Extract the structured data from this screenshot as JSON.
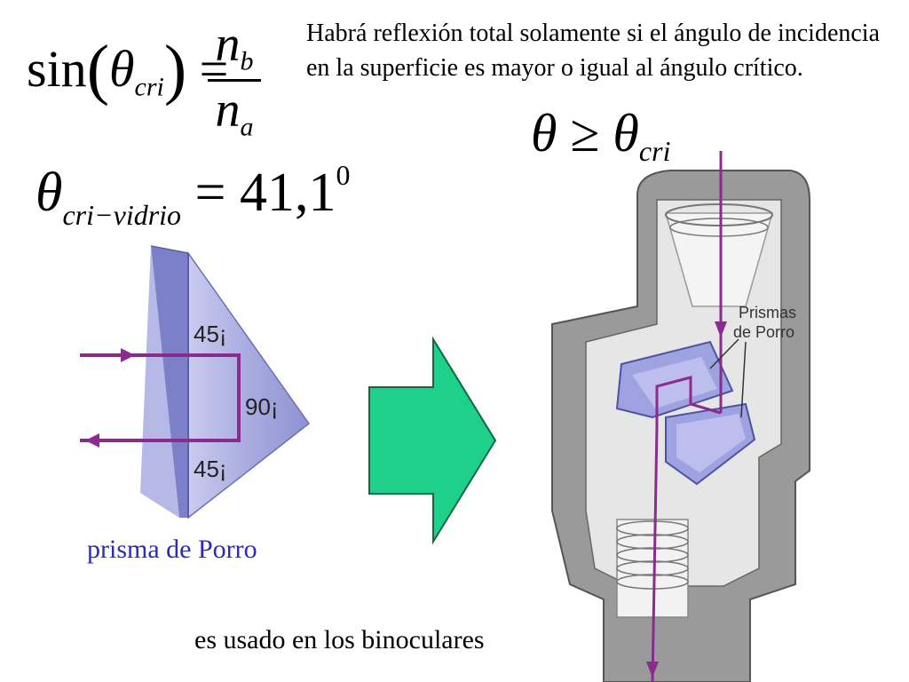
{
  "formula_critical": {
    "func": "sin",
    "theta": "θ",
    "sub": "cri",
    "equals": "=",
    "num_base": "n",
    "num_sub": "b",
    "den_base": "n",
    "den_sub": "a"
  },
  "explanation": "Habrá reflexión total solamente si el ángulo de incidencia en la superficie es mayor o igual al ángulo crítico.",
  "formula_condition": {
    "theta": "θ",
    "geq": "≥",
    "sub": "cri"
  },
  "formula_glass": {
    "theta": "θ",
    "sub": "cri−vidrio",
    "equals": "=",
    "value": "41,1",
    "sup": "0"
  },
  "prism": {
    "caption": "prisma de Porro",
    "angle_top": "45¡",
    "angle_apex": "90¡",
    "angle_bottom": "45¡"
  },
  "binocular": {
    "label_line1": "Prismas",
    "label_line2": "de Porro",
    "caption": "es usado en los binoculares"
  },
  "colors": {
    "prism_fill": "#a9abe0",
    "prism_dark": "#7c80c8",
    "ray": "#8a2b8e",
    "arrow_fill": "#1ed08a",
    "housing": "#8c8c8c",
    "caption_blue": "#2b2bb8"
  }
}
